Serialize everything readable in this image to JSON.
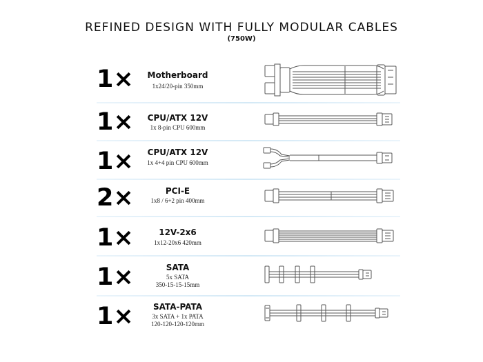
{
  "header": {
    "title": "REFINED DESIGN WITH FULLY MODULAR CABLES",
    "subtitle": "(750W)"
  },
  "cables": [
    {
      "qty": "1×",
      "name": "Motherboard",
      "spec_lines": [
        "1x24/20-pin  350mm"
      ],
      "icon": "motherboard-cable-icon"
    },
    {
      "qty": "1×",
      "name": "CPU/ATX 12V",
      "spec_lines": [
        "1x 8-pin CPU  600mm"
      ],
      "icon": "cpu-8pin-cable-icon"
    },
    {
      "qty": "1×",
      "name": "CPU/ATX 12V",
      "spec_lines": [
        "1x 4+4 pin CPU  600mm"
      ],
      "icon": "cpu-4plus4-cable-icon"
    },
    {
      "qty": "2×",
      "name": "PCI-E",
      "spec_lines": [
        "1x8 / 6+2 pin 400mm"
      ],
      "icon": "pcie-cable-icon"
    },
    {
      "qty": "1×",
      "name": "12V-2x6",
      "spec_lines": [
        "1x12-20x6  420mm"
      ],
      "icon": "12v-2x6-cable-icon"
    },
    {
      "qty": "1×",
      "name": "SATA",
      "spec_lines": [
        "5x SATA",
        "350-15-15-15mm"
      ],
      "icon": "sata-cable-icon"
    },
    {
      "qty": "1×",
      "name": "SATA-PATA",
      "spec_lines": [
        "3x SATA + 1x PATA",
        "120-120-120-120mm"
      ],
      "icon": "sata-pata-cable-icon"
    }
  ],
  "colors": {
    "line": "#555555",
    "divider": "#d4e9f6"
  }
}
